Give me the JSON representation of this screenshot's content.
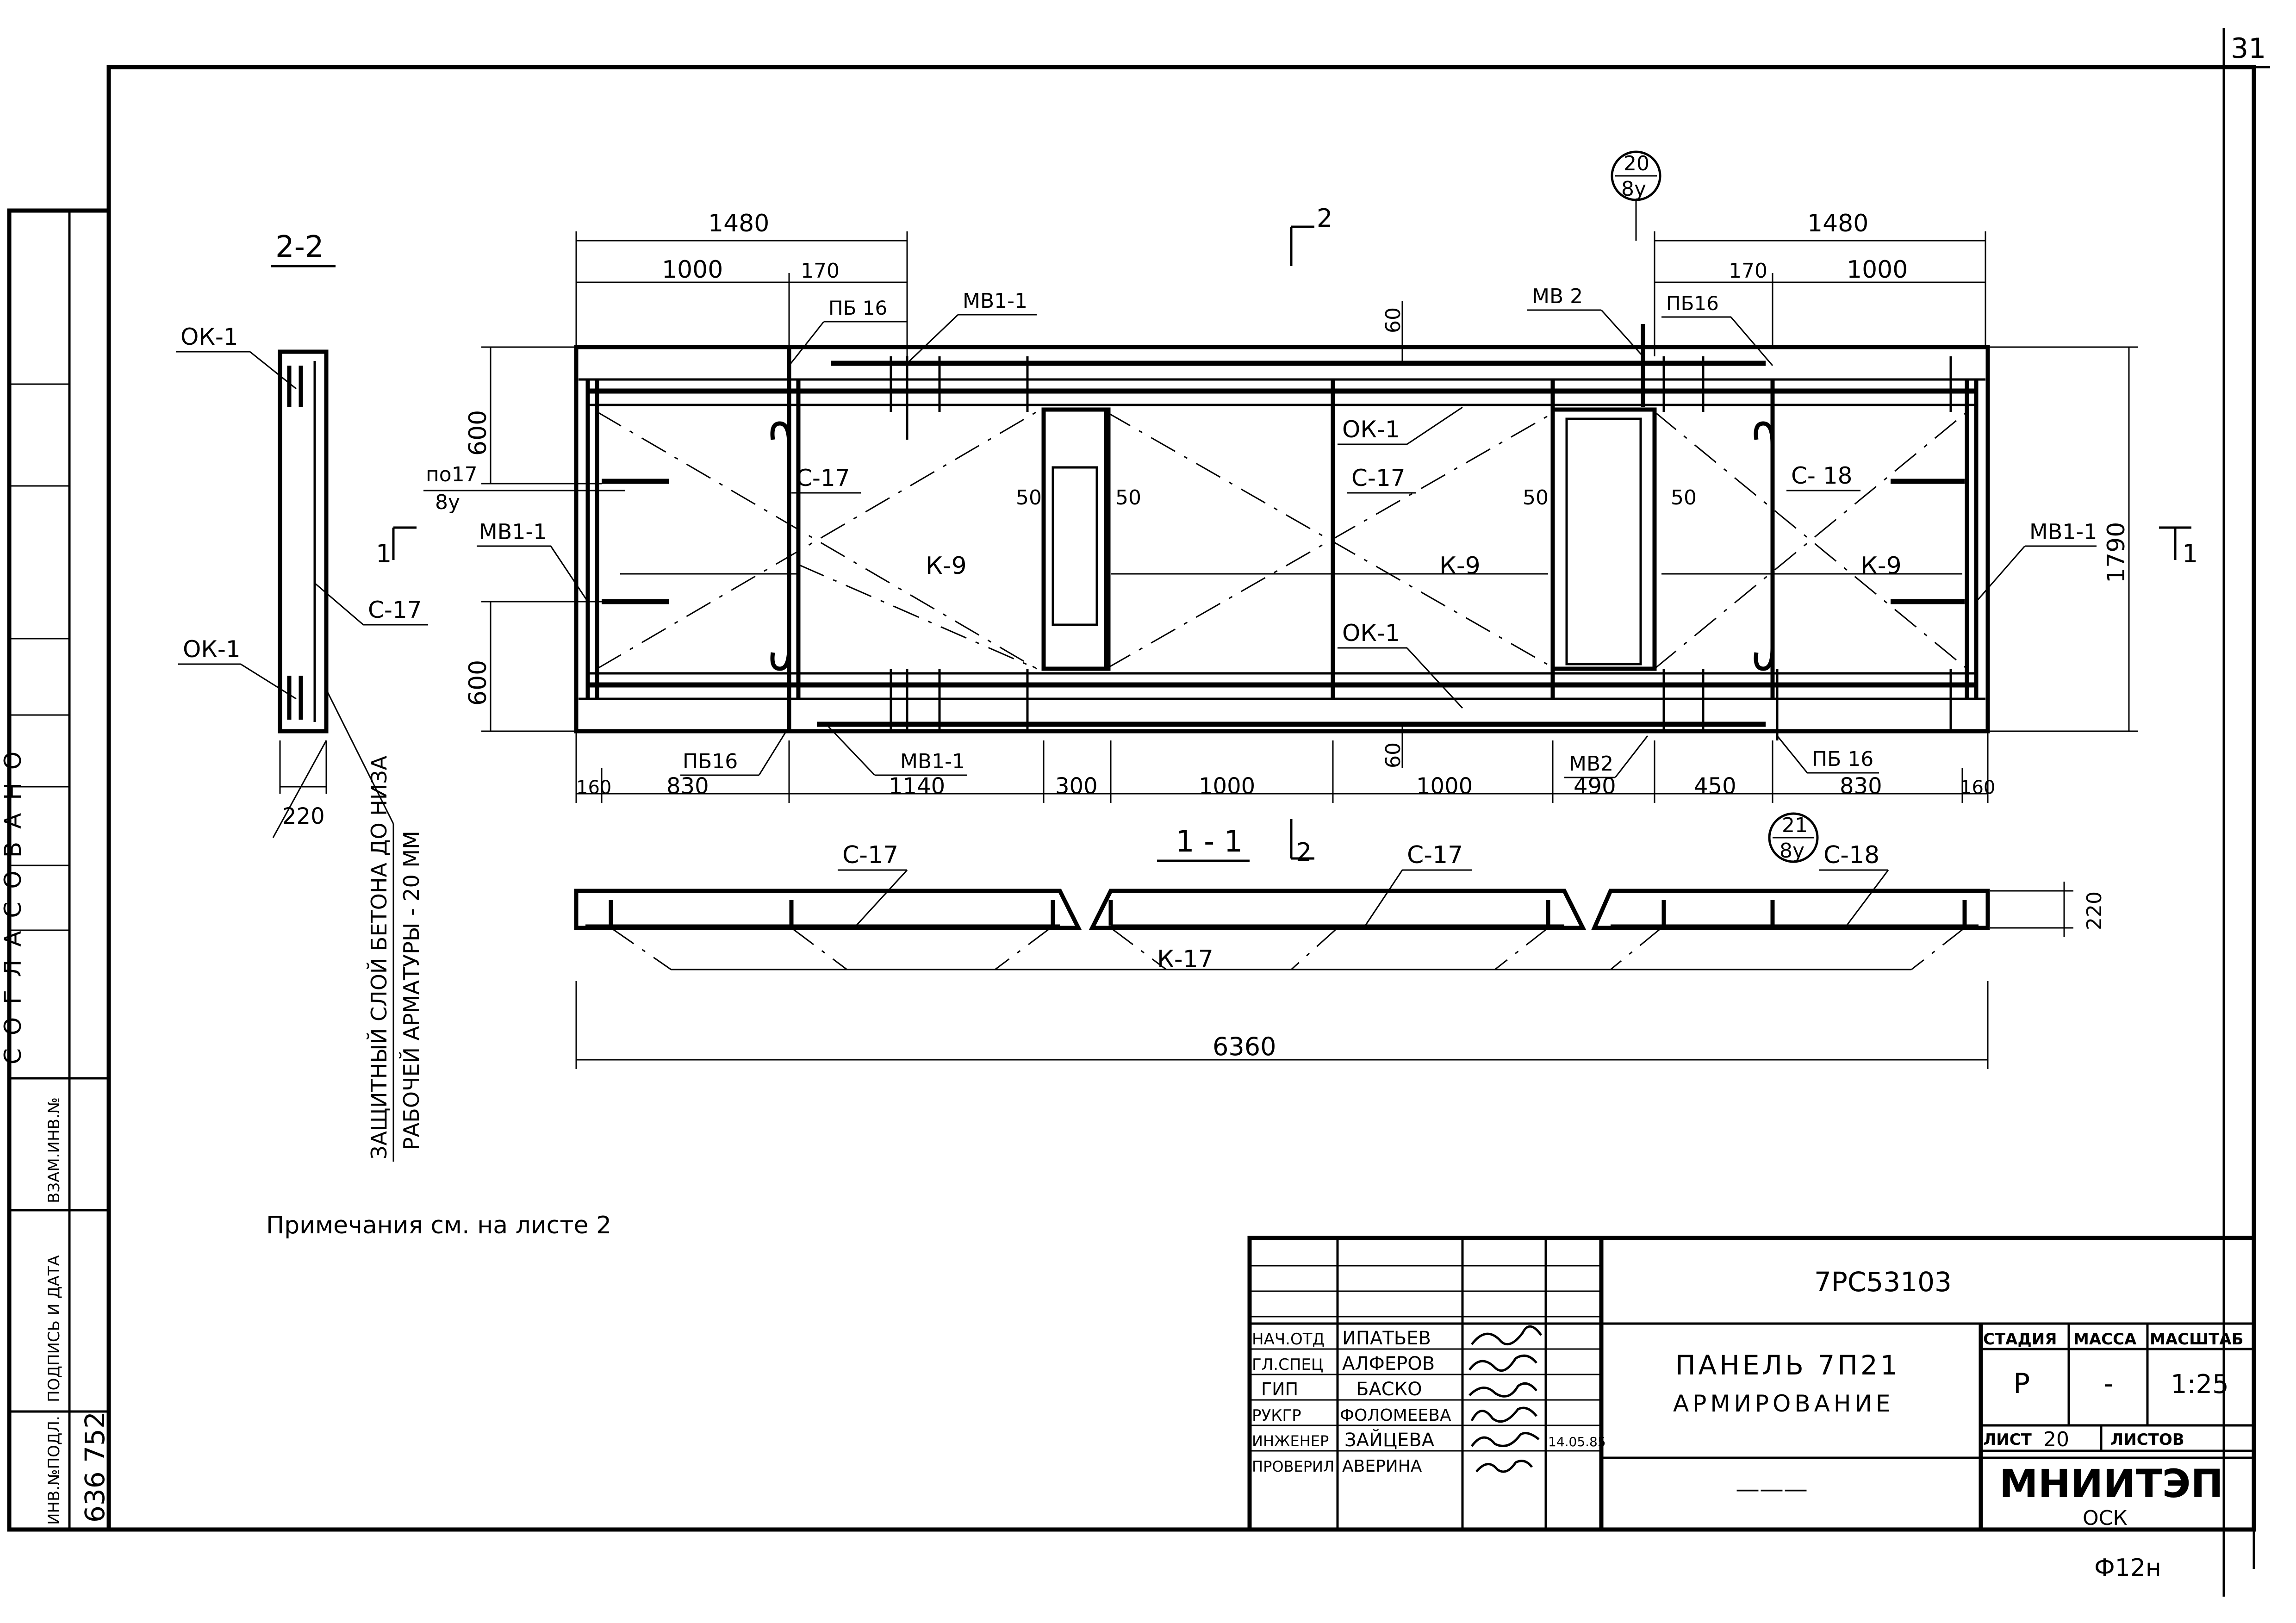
{
  "sheet_corner_number": "31",
  "section_2_2": {
    "title": "2-2",
    "labels": {
      "ok1_top": "ОК-1",
      "ok1_bottom": "ОК-1",
      "c17": "С-17",
      "width": "220"
    },
    "note_line1": "ЗАЩИТНЫЙ СЛОЙ БЕТОНА ДО НИЗА",
    "note_line2": "РАБОЧЕЙ АРМАТУРЫ - 20 ММ"
  },
  "plan": {
    "section_marks": {
      "top": "2",
      "bottom": "2",
      "left": "1",
      "right": "1"
    },
    "top_dims": {
      "left_overall": "1480",
      "left_1000": "1000",
      "left_170": "170",
      "right_overall": "1480",
      "right_1000": "1000",
      "right_170": "170"
    },
    "dim_60_top": "60",
    "dim_60_bottom": "60",
    "dim_600_top": "600",
    "dim_600_bottom": "600",
    "dim_1790": "1790",
    "bottom_dims": [
      "160",
      "830",
      "1140",
      "300",
      "1000",
      "1000",
      "490",
      "450",
      "830",
      "160"
    ],
    "dim_50": [
      "50",
      "50",
      "50",
      "50"
    ],
    "labels": {
      "pb16_tl": "ПБ 16",
      "mv11_t": "МВ1-1",
      "mv2_t": "МВ 2",
      "pb16_tr": "ПБ16",
      "ok1_t": "ОК-1",
      "c17_l": "С-17",
      "c17_m": "С-17",
      "c18_r": "С- 18",
      "k9_l": "К-9",
      "k9_m": "К-9",
      "k9_r": "К-9",
      "ok1_b": "ОК-1",
      "mv11_left": "МВ1-1",
      "mv11_right": "МВ1-1",
      "pb16_bl": "ПБ16",
      "mv11_b": "МВ1-1",
      "mv2_b": "МВ2",
      "pb16_br": "ПБ 16",
      "po17": "по17",
      "po17_sub": "8у"
    },
    "callouts": {
      "top_num": "20",
      "top_den": "8у",
      "bot_num": "21",
      "bot_den": "8у"
    }
  },
  "section_1_1": {
    "title": "1 - 1",
    "labels": {
      "c17_a": "С-17",
      "c17_b": "С-17",
      "c18": "С-18",
      "k17": "К-17"
    },
    "dim_220": "220",
    "dim_6360": "6360"
  },
  "note": "Примечания см. на листе 2",
  "side_stamp": {
    "soglasovano": "СОГЛАСОВАНО",
    "inv_podl": "ИНВ.№ПОДЛ.",
    "podpis_data": "ПОДПИСЬ И ДАТА",
    "vzam_inv": "ВЗАМ.ИНВ.№",
    "inv_value": "636 752"
  },
  "title_block": {
    "code": "7РС53103",
    "name_line1": "ПАНЕЛЬ 7П21",
    "name_line2": "АРМИРОВАНИЕ",
    "stage_hdr": "СТАДИЯ",
    "mass_hdr": "МАССА",
    "scale_hdr": "МАСШТАБ",
    "stage": "Р",
    "mass": "-",
    "scale": "1:25",
    "sheet_label": "ЛИСТ",
    "sheet_no": "20",
    "sheets_label": "ЛИСТОВ",
    "org": "МНИИТЭП",
    "org_sub": "ОСК",
    "dash": "———",
    "people": [
      {
        "role": "НАЧ.ОТД",
        "name": "ИПАТЬЕВ",
        "date": ""
      },
      {
        "role": "ГЛ.СПЕЦ",
        "name": "АЛФЕРОВ",
        "date": ""
      },
      {
        "role": "ГИП",
        "name": "БАСКО",
        "date": ""
      },
      {
        "role": "РУКГР",
        "name": "ФОЛОМЕЕВА",
        "date": ""
      },
      {
        "role": "ИНЖЕНЕР",
        "name": "ЗАЙЦЕВА",
        "date": "14.05.85"
      },
      {
        "role": "ПРОВЕРИЛ",
        "name": "АВЕРИНА",
        "date": ""
      }
    ]
  },
  "format": "Ф12н"
}
